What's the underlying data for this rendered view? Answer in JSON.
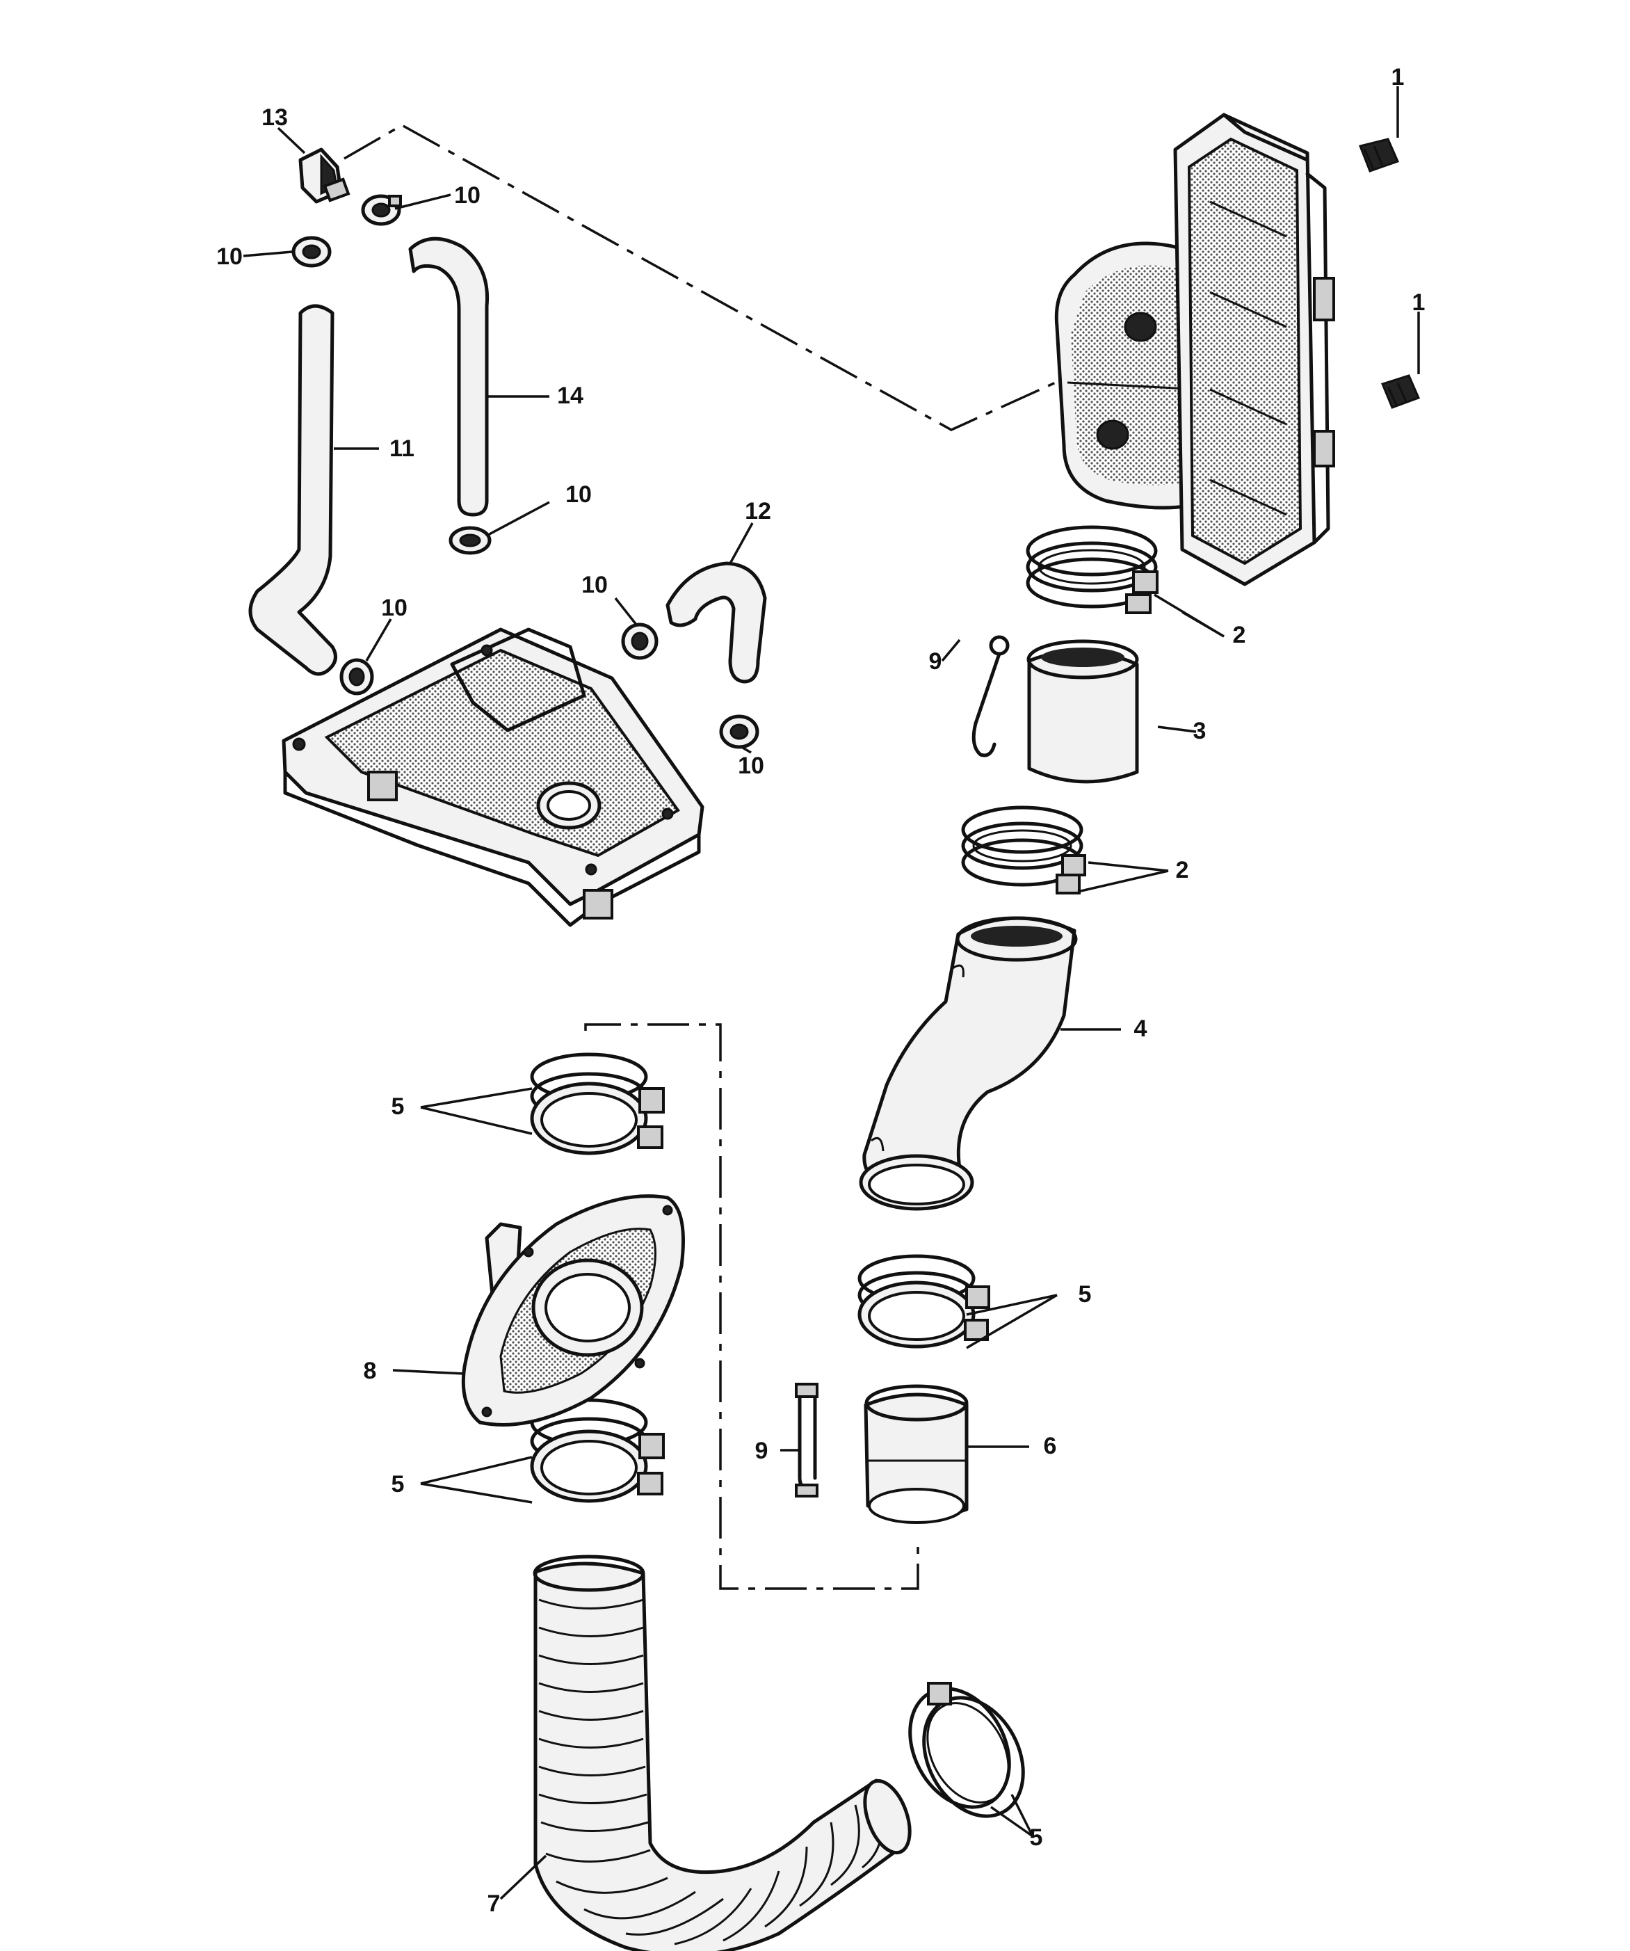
{
  "labels": {
    "c1a": "1",
    "c1b": "1",
    "c2a": "2",
    "c2b": "2",
    "c3": "3",
    "c4": "4",
    "c5a": "5",
    "c5b": "5",
    "c5c": "5",
    "c5d": "5",
    "c6": "6",
    "c7": "7",
    "c8": "8",
    "c9a": "9",
    "c9b": "9",
    "c10a": "10",
    "c10b": "10",
    "c10c": "10",
    "c10d": "10",
    "c10e": "10",
    "c10f": "10",
    "c11": "11",
    "c12": "12",
    "c13": "13",
    "c14": "14"
  }
}
